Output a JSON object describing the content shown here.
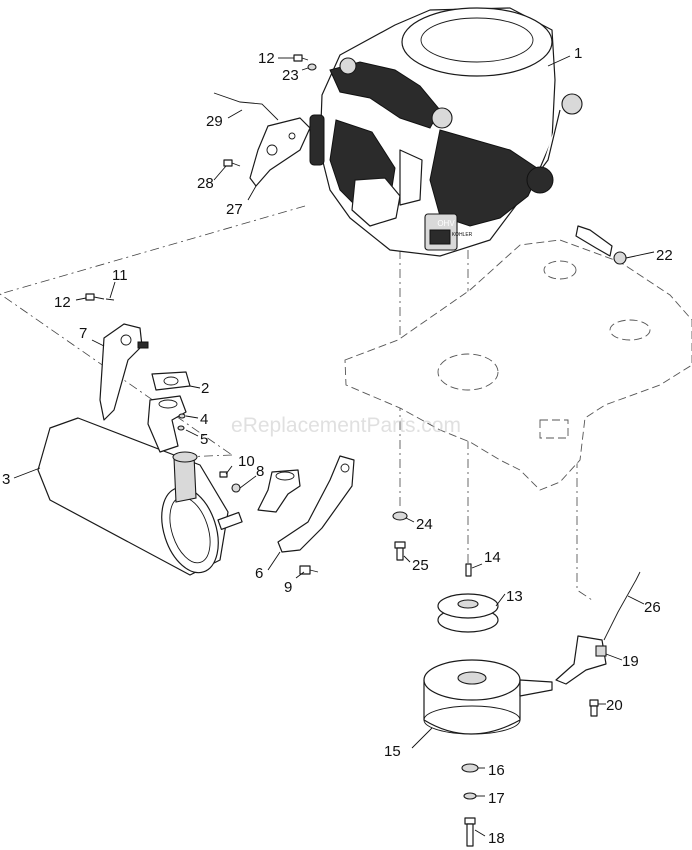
{
  "watermark": "eReplacementParts.com",
  "callouts": [
    {
      "id": "1",
      "label": "1"
    },
    {
      "id": "2",
      "label": "2"
    },
    {
      "id": "3",
      "label": "3"
    },
    {
      "id": "4",
      "label": "4"
    },
    {
      "id": "5",
      "label": "5"
    },
    {
      "id": "6",
      "label": "6"
    },
    {
      "id": "7",
      "label": "7"
    },
    {
      "id": "8",
      "label": "8"
    },
    {
      "id": "9",
      "label": "9"
    },
    {
      "id": "10",
      "label": "10"
    },
    {
      "id": "11",
      "label": "11"
    },
    {
      "id": "12a",
      "label": "12"
    },
    {
      "id": "12b",
      "label": "12"
    },
    {
      "id": "13",
      "label": "13"
    },
    {
      "id": "14",
      "label": "14"
    },
    {
      "id": "15",
      "label": "15"
    },
    {
      "id": "16",
      "label": "16"
    },
    {
      "id": "17",
      "label": "17"
    },
    {
      "id": "18",
      "label": "18"
    },
    {
      "id": "19",
      "label": "19"
    },
    {
      "id": "20",
      "label": "20"
    },
    {
      "id": "22",
      "label": "22"
    },
    {
      "id": "23",
      "label": "23"
    },
    {
      "id": "24",
      "label": "24"
    },
    {
      "id": "25",
      "label": "25"
    },
    {
      "id": "26",
      "label": "26"
    },
    {
      "id": "27",
      "label": "27"
    },
    {
      "id": "28",
      "label": "28"
    },
    {
      "id": "29",
      "label": "29"
    }
  ],
  "engine_marks": {
    "model": "OHV",
    "brand": "KOHLER"
  }
}
